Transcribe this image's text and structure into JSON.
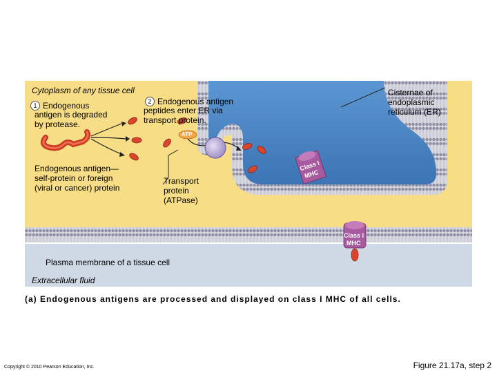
{
  "labels": {
    "cytoplasm": "Cytoplasm of any tissue cell",
    "step1_num": "1",
    "step1_line1": "Endogenous",
    "step1_line2": "antigen is degraded",
    "step1_line3": "by protease.",
    "step2_num": "2",
    "step2_line1": "Endogenous antigen",
    "step2_line2": "peptides enter ER via",
    "step2_line3": "transport protein.",
    "atp": "ATP",
    "antigen_line1": "Endogenous antigen—",
    "antigen_line2": "self-protein or foreign",
    "antigen_line3": "(viral or cancer) protein",
    "transport_line1": "Transport",
    "transport_line2": "protein",
    "transport_line3": "(ATPase)",
    "er_line1": "Cisternae of",
    "er_line2": "endoplasmic",
    "er_line3": "reticulum (ER)",
    "mhc_er_line1": "Class I",
    "mhc_er_line2": "MHC",
    "mhc_pm_line1": "Class I",
    "mhc_pm_line2": "MHC",
    "plasma_membrane": "Plasma membrane of a tissue cell",
    "extracellular": "Extracellular fluid"
  },
  "caption": "(a) Endogenous antigens are processed and displayed on class I MHC of all cells.",
  "copyright": "Copyright © 2010 Pearson Education, Inc.",
  "figure_ref": "Figure 21.17a, step 2",
  "colors": {
    "cytoplasm": "#f7dd85",
    "er_lumen": "#4c87c6",
    "extracellular": "#cfd9e6",
    "protein": "#d9452d",
    "mhc": "#a85a9e"
  }
}
